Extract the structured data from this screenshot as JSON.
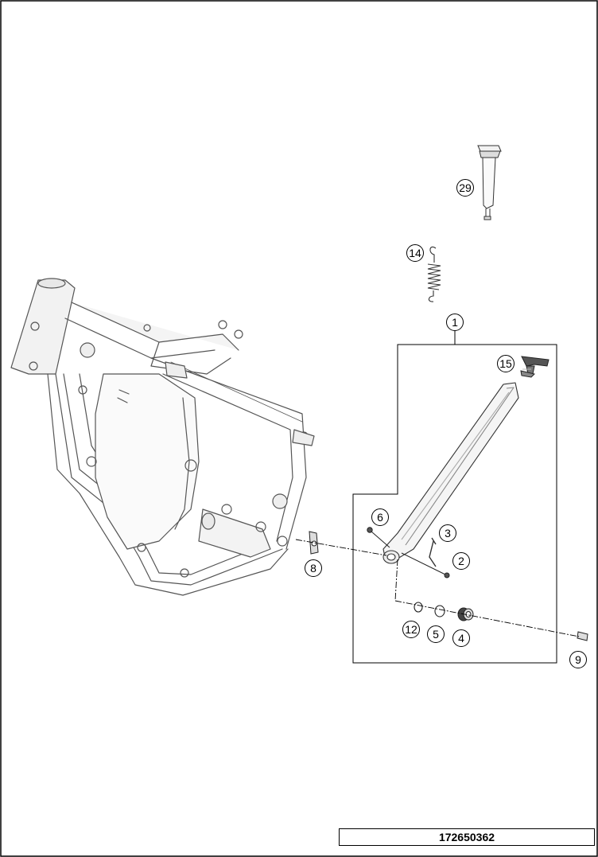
{
  "diagram": {
    "document_number": "172650362",
    "callouts": [
      {
        "id": "c1",
        "label": "1"
      },
      {
        "id": "c2",
        "label": "2"
      },
      {
        "id": "c3",
        "label": "3"
      },
      {
        "id": "c4",
        "label": "4"
      },
      {
        "id": "c5",
        "label": "5"
      },
      {
        "id": "c6",
        "label": "6"
      },
      {
        "id": "c8",
        "label": "8"
      },
      {
        "id": "c9",
        "label": "9"
      },
      {
        "id": "c12",
        "label": "12"
      },
      {
        "id": "c14",
        "label": "14"
      },
      {
        "id": "c15",
        "label": "15"
      },
      {
        "id": "c29",
        "label": "29"
      }
    ]
  }
}
